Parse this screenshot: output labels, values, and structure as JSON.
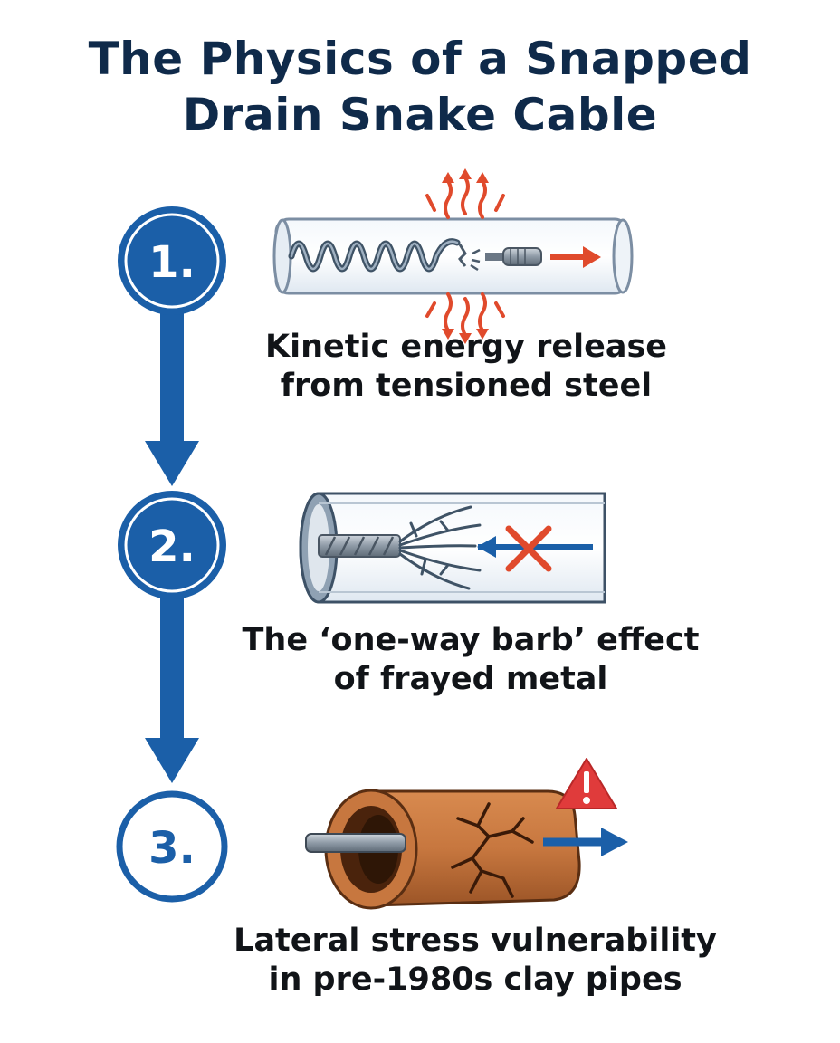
{
  "title": {
    "line1": "The Physics of a Snapped",
    "line2": "Drain Snake Cable"
  },
  "colors": {
    "title": "#0f2a4a",
    "step_blue": "#1b5fa8",
    "arrow_red": "#e04a2c",
    "clay": "#c7773f",
    "warning_red": "#e03b3b"
  },
  "steps": [
    {
      "number": "1.",
      "caption_line1": "Kinetic energy release",
      "caption_line2": "from tensioned steel",
      "icon": "snapped-coil-in-pipe-icon"
    },
    {
      "number": "2.",
      "caption_line1": "The ‘one-way barb’ effect",
      "caption_line2": "of frayed metal",
      "icon": "frayed-cable-barb-icon"
    },
    {
      "number": "3.",
      "caption_line1": "Lateral stress vulnerability",
      "caption_line2": "in pre-1980s clay pipes",
      "icon": "cracked-clay-pipe-icon"
    }
  ]
}
